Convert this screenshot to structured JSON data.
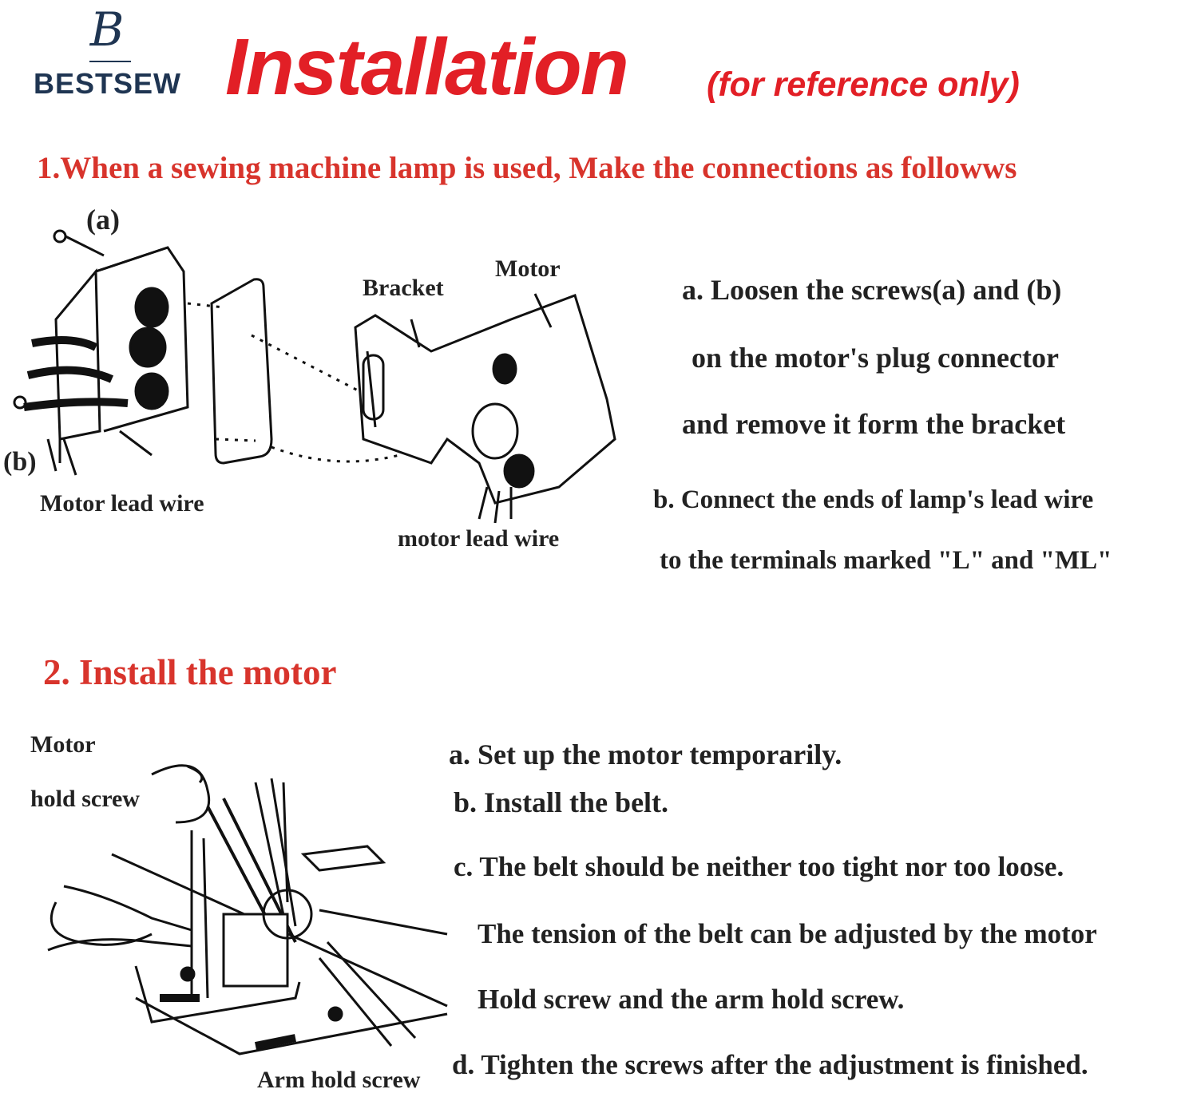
{
  "brand": {
    "logo_letter": "B",
    "name": "BESTSEW"
  },
  "header": {
    "title": "Installation",
    "subtitle": "(for reference only)"
  },
  "section1": {
    "heading": "1.When a sewing machine lamp is used, Make the connections as followws",
    "labels": {
      "a": "(a)",
      "b": "(b)",
      "bracket": "Bracket",
      "motor": "Motor",
      "motor_lead_wire_left": "Motor lead wire",
      "motor_lead_wire_center": "motor lead wire"
    },
    "steps": [
      "a. Loosen the screws(a) and (b)",
      "on the motor's plug connector",
      "and remove it form the bracket",
      "b. Connect the ends of lamp's lead wire",
      "to the terminals marked \"L\" and \"ML\""
    ]
  },
  "section2": {
    "heading": "2. Install the motor",
    "labels": {
      "motor": "Motor",
      "hold_screw": "hold screw",
      "arm_hold_screw": "Arm hold screw"
    },
    "steps": [
      "a. Set up the motor temporarily.",
      "b. Install the belt.",
      "c. The belt should be neither too tight nor too loose.",
      "The tension of the belt can be adjusted by the motor",
      "Hold screw and the arm hold screw.",
      "d. Tighten the screws after the adjustment is finished."
    ]
  }
}
